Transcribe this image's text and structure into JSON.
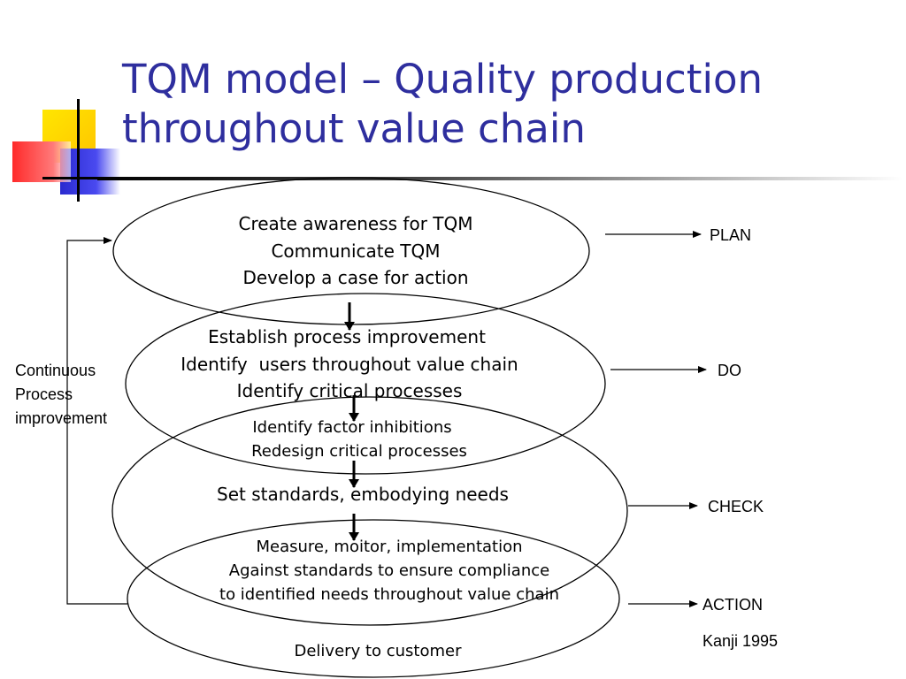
{
  "title": {
    "line1": "TQM model – Quality production",
    "line2": "throughout value chain"
  },
  "stages": [
    {
      "lines": [
        "Create awareness for TQM",
        "Communicate TQM",
        "Develop a case for action"
      ]
    },
    {
      "lines": [
        "Establish process improvement",
        "Identify  users throughout value chain",
        "Identify critical processes"
      ]
    },
    {
      "lines": [
        "Identify factor inhibitions",
        "Redesign critical processes"
      ]
    },
    {
      "lines": [
        "Set standards, embodying needs"
      ]
    },
    {
      "lines": [
        "Measure, moitor, implementation",
        "Against standards to ensure compliance",
        "to identified needs throughout value chain"
      ]
    },
    {
      "lines": [
        "Delivery to customer"
      ]
    }
  ],
  "phases": {
    "plan": "PLAN",
    "do": "DO",
    "check": "CHECK",
    "action": "ACTION"
  },
  "loop_label": [
    "Continuous",
    "Process",
    "improvement"
  ],
  "citation": "Kanji 1995",
  "colors": {
    "title": "#2e2e9e",
    "deco_yellow": "#ffd700",
    "deco_blue": "#3b3bd6",
    "deco_red": "#ff3030"
  }
}
